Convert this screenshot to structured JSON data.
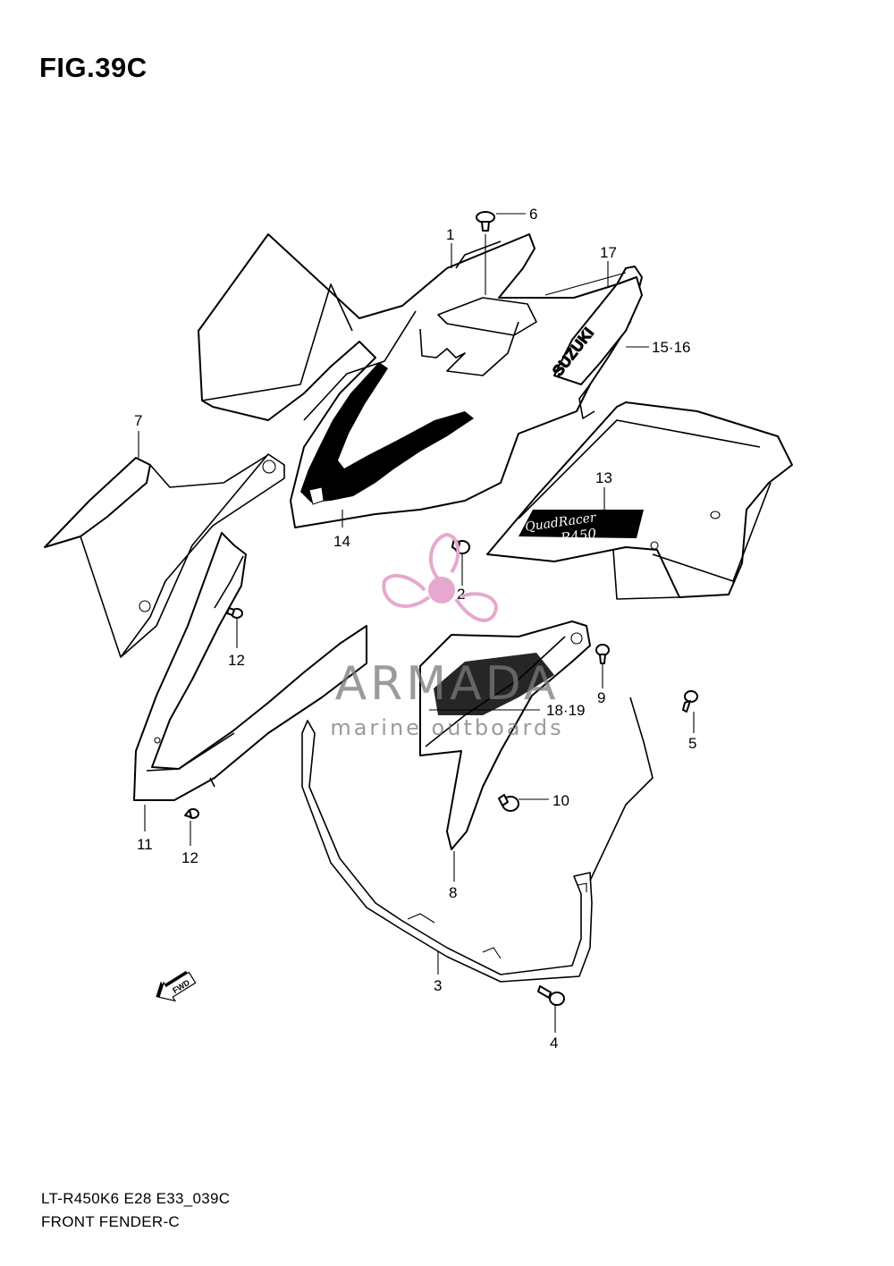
{
  "figure": {
    "title": "FIG.39C"
  },
  "footer": {
    "code": "LT-R450K6 E28 E33_039C",
    "name": "FRONT FENDER-C"
  },
  "decals": {
    "brand": "SUZUKI",
    "model_line1": "QuadRacer",
    "model_line2": "R450"
  },
  "fwd_arrow": {
    "label": "FWD"
  },
  "watermark": {
    "brand": "ARMADA",
    "tagline": "marine outboards",
    "accent_color": "#e6a8cf"
  },
  "callouts": {
    "c1": "1",
    "c2": "2",
    "c3": "3",
    "c4": "4",
    "c5": "5",
    "c6": "6",
    "c7": "7",
    "c8": "8",
    "c9": "9",
    "c10": "10",
    "c11": "11",
    "c12a": "12",
    "c12b": "12",
    "c13": "13",
    "c14": "14",
    "c15_16": "15·16",
    "c17": "17",
    "c18_19": "18·19"
  }
}
